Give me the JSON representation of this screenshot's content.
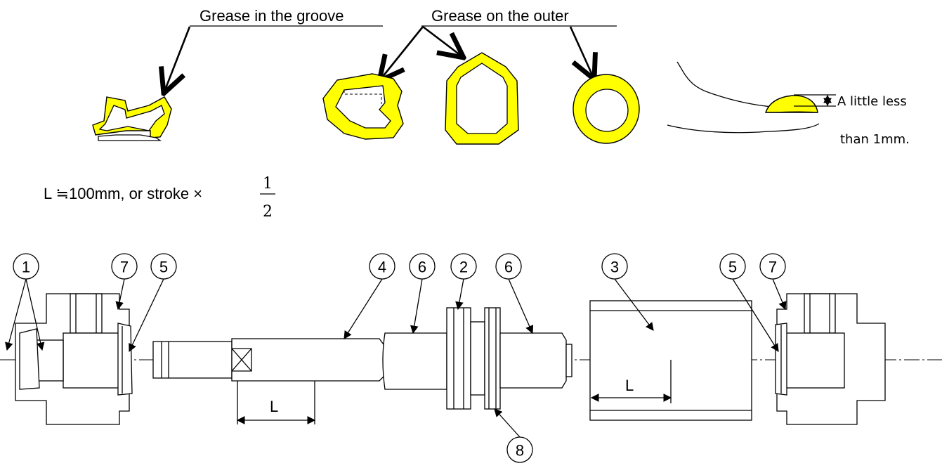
{
  "labels": {
    "grease_in_groove": "Grease in the groove",
    "grease_on_outer": "Grease on the outer",
    "little_less_line1": "A little less",
    "little_less_line2": "than 1mm.",
    "formula_prefix": "L ≒100mm, or stroke ×",
    "fraction_num": "1",
    "fraction_den": "2",
    "dim_L": "L"
  },
  "balloons": [
    "1",
    "7",
    "5",
    "4",
    "6",
    "2",
    "6",
    "3",
    "5",
    "7",
    "8"
  ],
  "colors": {
    "grease": "#ffff00",
    "line": "#000000"
  }
}
